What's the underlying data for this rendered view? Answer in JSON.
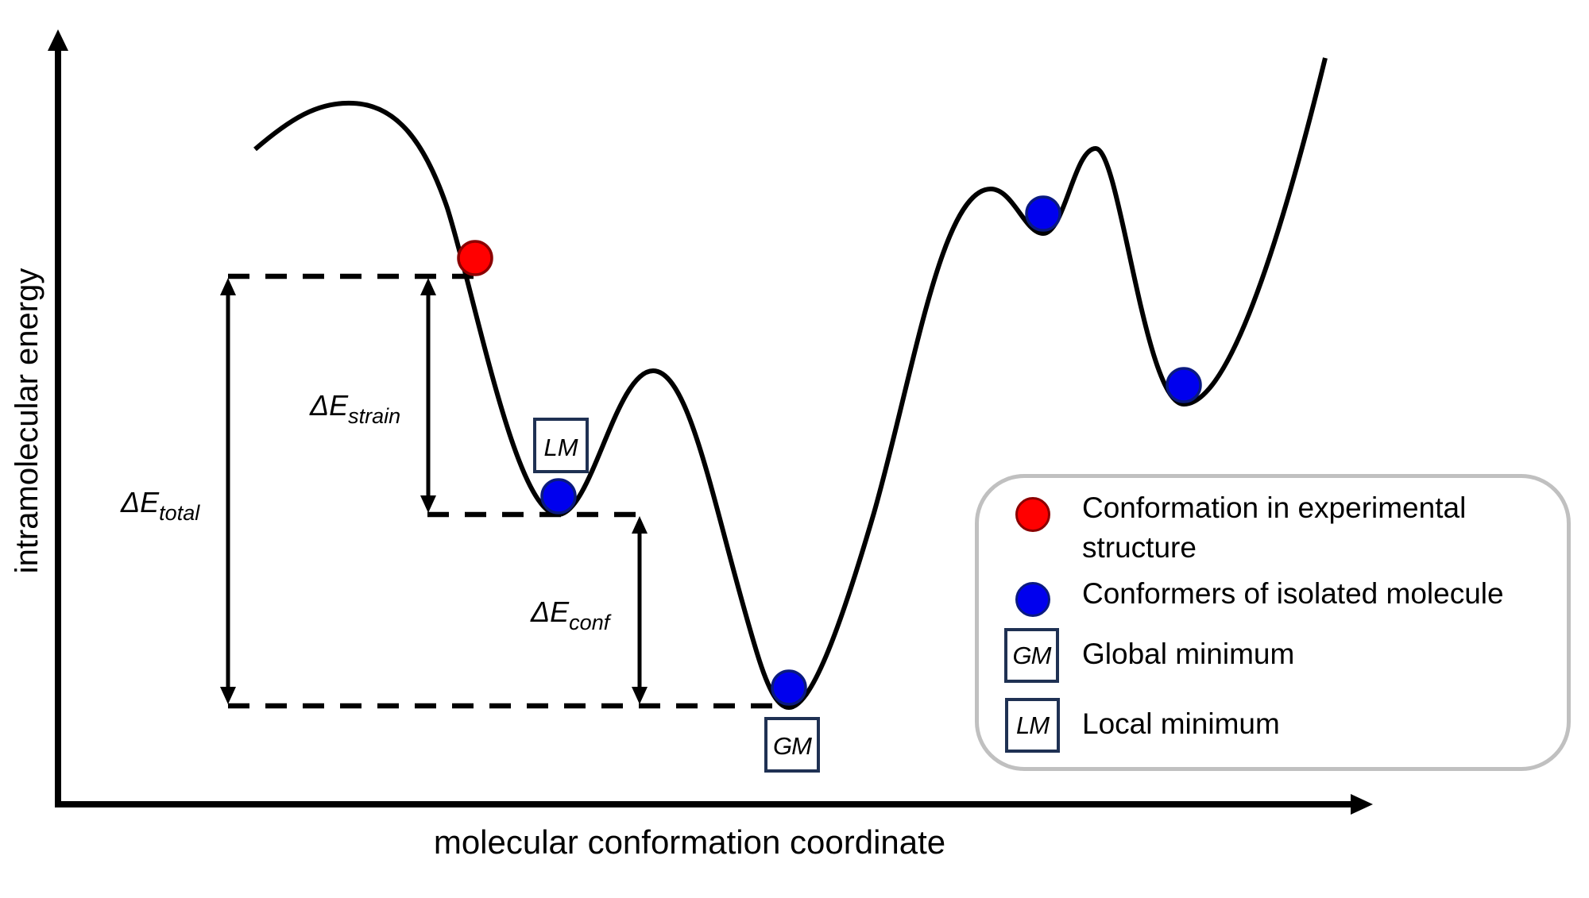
{
  "axes": {
    "y_label": "intramolecular energy",
    "x_label": "molecular conformation coordinate"
  },
  "energy_labels": {
    "total": {
      "main": "ΔE",
      "sub": "total"
    },
    "strain": {
      "main": "ΔE",
      "sub": "strain"
    },
    "conf": {
      "main": "ΔE",
      "sub": "conf"
    }
  },
  "markers": {
    "local_minimum_tag": "LM",
    "global_minimum_tag": "GM"
  },
  "points": [
    {
      "kind": "experimental",
      "description": "Conformation in experimental structure"
    },
    {
      "kind": "conformer",
      "description": "Local minimum conformer (LM)"
    },
    {
      "kind": "conformer",
      "description": "Global minimum conformer (GM)"
    },
    {
      "kind": "conformer",
      "description": "Shallow local minimum conformer"
    },
    {
      "kind": "conformer",
      "description": "Right local minimum conformer"
    }
  ],
  "legend": {
    "items": [
      {
        "symbol": "red-circle",
        "label_line1": "Conformation in experimental",
        "label_line2": "structure"
      },
      {
        "symbol": "blue-circle",
        "label_line1": "Conformers of isolated molecule"
      },
      {
        "symbol": "box",
        "tag": "GM",
        "label_line1": "Global minimum"
      },
      {
        "symbol": "box",
        "tag": "LM",
        "label_line1": "Local minimum"
      }
    ]
  },
  "colors": {
    "experimental_fill": "#ff0000",
    "experimental_stroke": "#8b0000",
    "conformer_fill": "#0000ee",
    "conformer_stroke": "#0a1a80",
    "tag_border": "#1f3153",
    "legend_border": "#c0c0c0",
    "curve": "#000000"
  }
}
